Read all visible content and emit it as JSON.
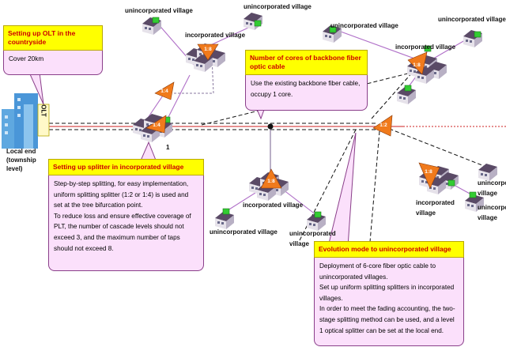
{
  "labels": {
    "uninc_v1": "unincorporated village",
    "uninc_v2": "unincorporated village",
    "uninc_v3": "unincorporated village",
    "uninc_v4": "unincorporated village",
    "inc_v1": "incorporated village",
    "inc_v2": "incorporated village",
    "inc_v3": "incorporated village",
    "inc_v4": "incorporated village",
    "uninc_bottom_1": "unincorporated village",
    "uninc_bottom_2": "unincorporated village",
    "uninc_right_1": "unincorporated village",
    "uninc_right_2": "unincorporated village",
    "local_end": "Local end (township level)",
    "olt_text": "OLT",
    "partial_label": "1"
  },
  "splitter_ratios": {
    "s_top_center": "1:8",
    "s_left_small": "1:4",
    "s_left_hub": "1:4",
    "s_bottom_center": "1:8",
    "s_right_top": "1:8",
    "s_right_hub": "1:2",
    "s_right_bottom": "1:8"
  },
  "callouts": {
    "olt": {
      "title": "Setting up OLT in the countryside",
      "body": "Cover 20km"
    },
    "backbone": {
      "title": "Number of cores of backbone fiber optic cable",
      "body": "Use the existing backbone fiber cable, occupy 1 core."
    },
    "splitter": {
      "title": "Setting up splitter in incorporated village",
      "body": [
        "Step-by-step splitting, for easy implementation, uniform splitting splitter (1:2 or 1:4) is used and set at the tree bifurcation point.",
        "To reduce loss and ensure effective coverage of PLT, the number of cascade levels should not exceed 3, and the maximum number of taps should not exceed 8."
      ]
    },
    "evolution": {
      "title": "Evolution mode to unincorporated village",
      "body": [
        "Deployment of 6-core fiber optic cable to unincorporated villages.",
        "Set up uniform splitting splitters in incorporated villages.",
        "In order to meet the fading accounting, the two-stage splitting method can be used, and a level 1 optical splitter can be set at the local end."
      ]
    }
  },
  "colors": {
    "callout_title_bg": "#ffff00",
    "callout_title_text": "#cc0000",
    "callout_body_bg": "#fbe0fb",
    "splitter_orange": "#f07a1c",
    "onu_green": "#33cc33",
    "backbone_red": "#cc2222",
    "link_purple": "#b070c8"
  }
}
